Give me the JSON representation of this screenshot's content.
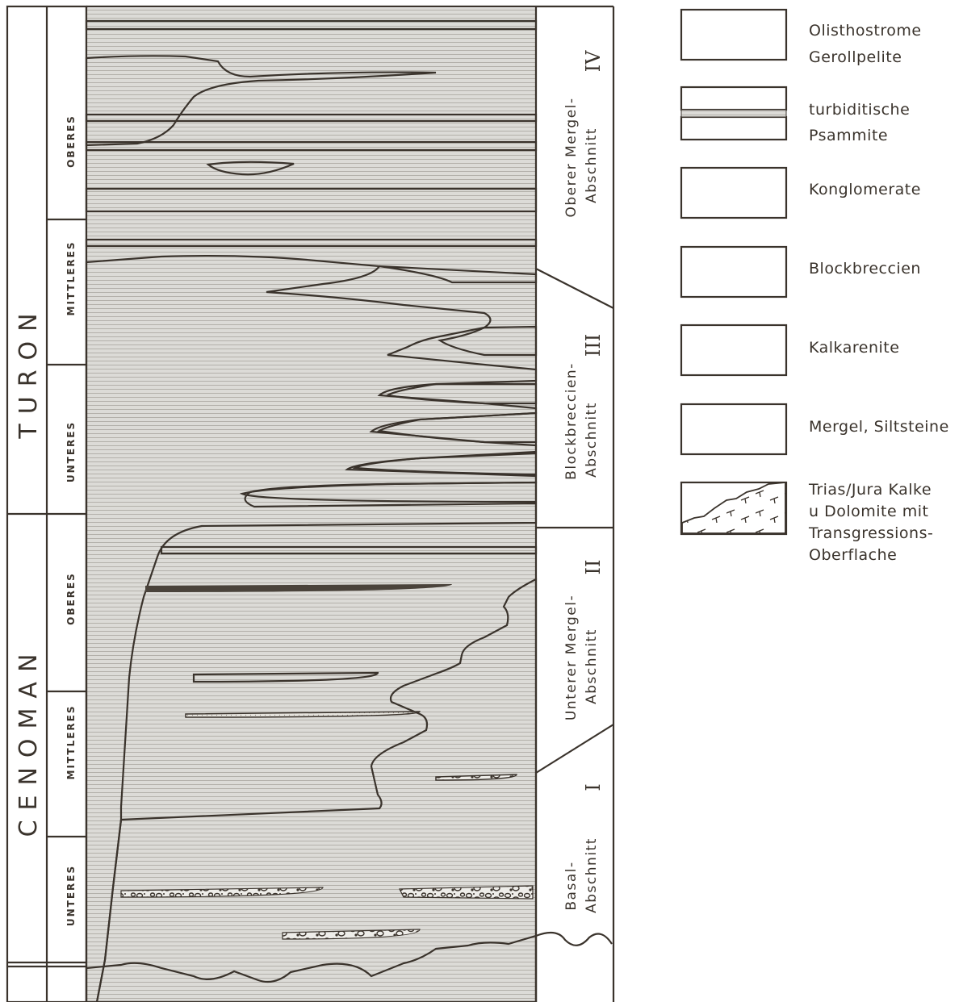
{
  "periods": {
    "turon": "TURON",
    "cenoman": "CENOMAN"
  },
  "stages": {
    "turon_oberes": "OBERES",
    "turon_mittleres": "MITTLERES",
    "turon_unteres": "UNTERES",
    "cenoman_oberes": "OBERES",
    "cenoman_mittleres": "MITTLERES",
    "cenoman_unteres": "UNTERES"
  },
  "units": [
    {
      "roman": "IV",
      "line1": "Oberer Mergel-",
      "line2": "Abschnitt"
    },
    {
      "roman": "III",
      "line1": "Blockbreccien-",
      "line2": "Abschnitt"
    },
    {
      "roman": "II",
      "line1": "Unterer Mergel-",
      "line2": "Abschnitt"
    },
    {
      "roman": "I",
      "line1": "Basal-",
      "line2": "Abschnitt"
    }
  ],
  "legend": [
    {
      "icon": "olisthostrome-swatch",
      "lines": [
        "Olisthostrome",
        "Gerollpelite"
      ]
    },
    {
      "icon": "turbidite-swatch",
      "lines": [
        "turbiditische",
        "Psammite"
      ]
    },
    {
      "icon": "conglomerate-swatch",
      "lines": [
        "Konglomerate"
      ]
    },
    {
      "icon": "block-breccia-swatch",
      "lines": [
        "Blockbreccien"
      ]
    },
    {
      "icon": "calcarenite-swatch",
      "lines": [
        "Kalkarenite"
      ]
    },
    {
      "icon": "marl-swatch",
      "lines": [
        "Mergel, Siltsteine"
      ]
    },
    {
      "icon": "limestone-surface-swatch",
      "lines": [
        "Trias/Jura Kalke",
        "u Dolomite mit",
        "Transgressions-",
        "Oberflache"
      ]
    }
  ],
  "colors": {
    "ink": "#3a332c",
    "marl": "#d9d8d4",
    "calcarenite": "#f8f7f3",
    "breccia": "#f4f3ef",
    "turbidite": "#e4e2dc"
  }
}
